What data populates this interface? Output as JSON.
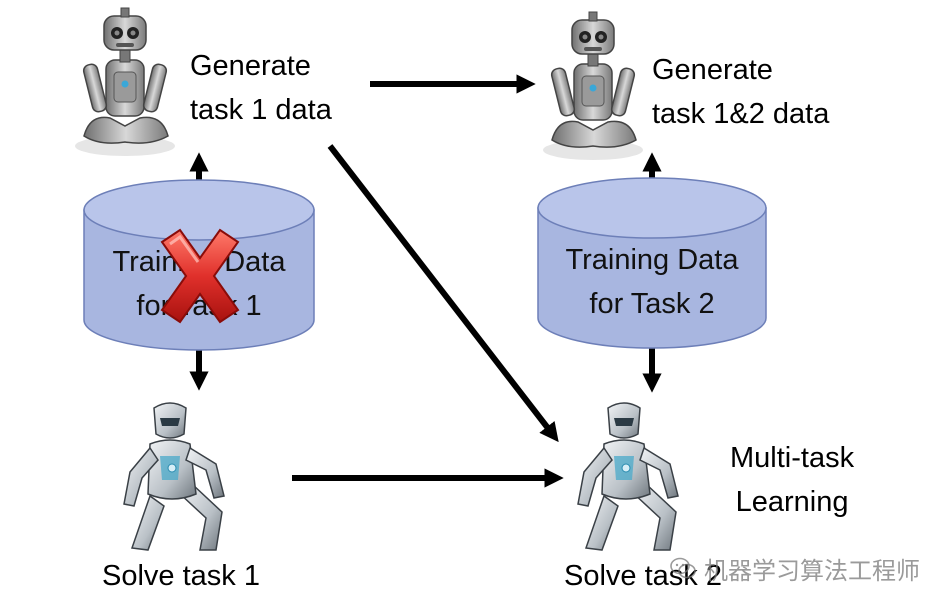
{
  "labels": {
    "generate_task1": [
      "Generate",
      "task 1 data"
    ],
    "generate_task12": [
      "Generate",
      "task 1&2 data"
    ],
    "solve_task1": "Solve task 1",
    "solve_task2": "Solve task 2",
    "multitask": [
      "Multi-task",
      "Learning"
    ]
  },
  "databases": {
    "task1": {
      "lines": [
        "Training Data",
        "for Task 1"
      ],
      "crossed_out": true
    },
    "task2": {
      "lines": [
        "Training Data",
        "for Task 2"
      ],
      "crossed_out": false
    }
  },
  "watermark": {
    "text": "机器学习算法工程师",
    "icon": "wechat-icon"
  },
  "colors": {
    "cylinder_fill": "#a8b6e0",
    "cylinder_top": "#b9c5ea",
    "cylinder_stroke": "#6d7fb8",
    "arrow": "#000000",
    "cross": "#e0302b"
  }
}
